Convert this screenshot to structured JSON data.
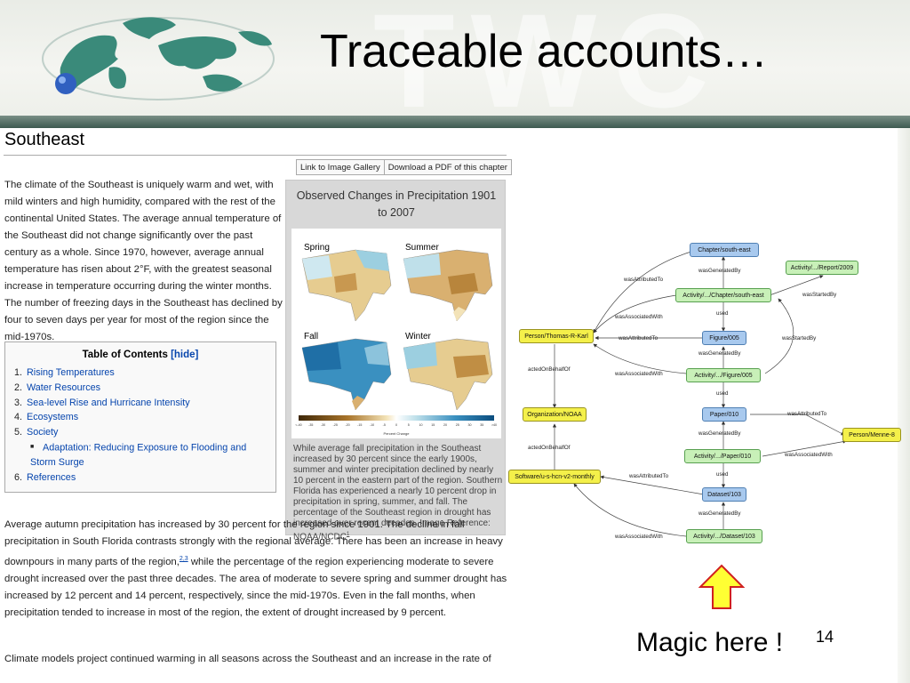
{
  "slide": {
    "title": "Traceable accounts…",
    "watermark": "TWC",
    "magic_text": "Magic here !",
    "page_number": "14",
    "colors": {
      "header_bar": "#3d5a50",
      "arrow_fill": "#ffff33",
      "arrow_stroke": "#d02020",
      "globe_green": "#3a8a7a",
      "globe_blue": "#3060c0"
    }
  },
  "wiki": {
    "heading": "Southeast",
    "links": [
      "Link to Image Gallery",
      "Download a PDF of this chapter"
    ],
    "intro": "The climate of the Southeast is uniquely warm and wet, with mild winters and high humidity, compared with the rest of the continental United States. The average annual temperature of the Southeast did not change significantly over the past century as a whole. Since 1970, however, average annual temperature has risen about 2°F, with the greatest seasonal increase in temperature occurring during the winter months. The number of freezing days in the Southeast has declined by four to seven days per year for most of the region since the mid-1970s.",
    "toc": {
      "title": "Table of Contents",
      "hide": "[hide]",
      "items": [
        {
          "num": "1.",
          "label": "Rising Temperatures"
        },
        {
          "num": "2.",
          "label": "Water Resources"
        },
        {
          "num": "3.",
          "label": "Sea-level Rise and Hurricane Intensity"
        },
        {
          "num": "4.",
          "label": "Ecosystems"
        },
        {
          "num": "5.",
          "label": "Society"
        },
        {
          "num": "6.",
          "label": "References"
        }
      ],
      "sub_item": "Adaptation: Reducing Exposure to Flooding and Storm Surge"
    },
    "figure": {
      "title": "Observed Changes in Precipitation 1901 to 2007",
      "seasons": [
        "Spring",
        "Summer",
        "Fall",
        "Winter"
      ],
      "scale_ticks": [
        "<-40",
        "-35",
        "-30",
        "-25",
        "-20",
        "-15",
        "-10",
        "-5",
        "0",
        "5",
        "10",
        "15",
        "20",
        "25",
        "30",
        "35",
        ">40"
      ],
      "scale_label": "Percent Change",
      "caption": "While average fall precipitation in the Southeast increased by 30 percent since the early 1900s, summer and winter precipitation declined by nearly 10 percent in the eastern part of the region. Southern Florida has experienced a nearly 10 percent drop in precipitation in spring, summer, and fall. The percentage of the Southeast region in drought has increased over recent decades. Image Reference: NOAA/NCDC",
      "caption_ref": "1"
    },
    "para2_a": "Average autumn precipitation has increased by 30 percent for the region since 1901. The decline in fall precipitation in South Florida contrasts strongly with the regional average. There has been an increase in heavy downpours in many parts of the region,",
    "para2_refs": "2,3",
    "para2_b": " while the percentage of the region experiencing moderate to severe drought increased over the past three decades. The area of moderate to severe spring and summer drought has increased by 12 percent and 14 percent, respectively, since the mid-1970s. Even in the fall months, when precipitation tended to increase in most of the region, the extent of drought increased by 9 percent.",
    "para3": "Climate models project continued warming in all seasons across the Southeast and an increase in the rate of"
  },
  "provenance": {
    "nodes": {
      "chapter": "Chapter/south-east",
      "report_activity": "Activity/.../Report/2009",
      "chapter_activity": "Activity/.../Chapter/south-east",
      "person_karl": "Person/Thomas-R-Karl",
      "figure": "Figure/005",
      "figure_activity": "Activity/.../Figure/005",
      "organization": "Organization/NOAA",
      "paper": "Paper/010",
      "person_menne": "Person/Menne-8",
      "paper_activity": "Activity/.../Paper/010",
      "software": "Software/u-s-hcn-v2-monthly",
      "dataset": "Dataset/103",
      "dataset_activity": "Activity/.../Dataset/103"
    },
    "edges": {
      "wasGeneratedBy": "wasGeneratedBy",
      "wasAttributedTo": "wasAttributedTo",
      "wasStartedBy": "wasStartedBy",
      "wasAssociatedWith": "wasAssociatedWith",
      "used": "used",
      "actedOnBehalfOf": "actedOnBehalfOf"
    },
    "colors": {
      "entity": "#a8c9ee",
      "activity": "#c8f0b8",
      "agent": "#f4f04a"
    }
  }
}
